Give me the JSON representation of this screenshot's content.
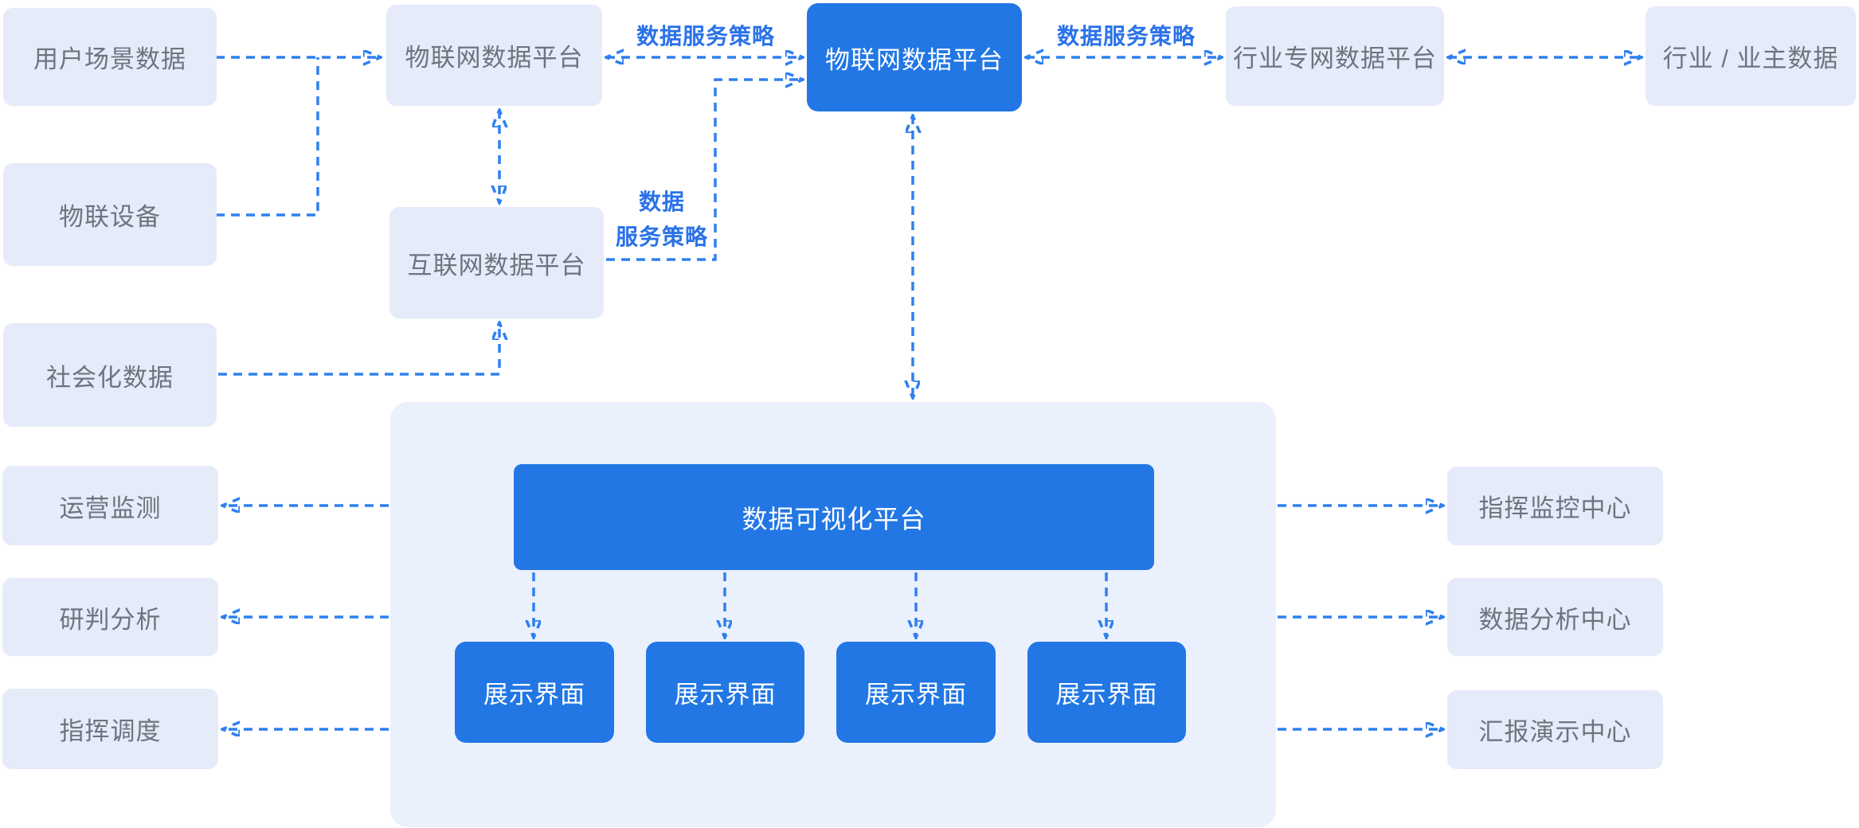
{
  "diagram": {
    "nodes": {
      "user_scene_data": "用户场景数据",
      "iot_devices": "物联设备",
      "social_data": "社会化数据",
      "operation_monitoring": "运营监测",
      "research_analysis": "研判分析",
      "command_dispatch": "指挥调度",
      "iot_platform_left": "物联网数据平台",
      "internet_platform": "互联网数据平台",
      "iot_platform_center": "物联网数据平台",
      "industry_private_platform": "行业专网数据平台",
      "industry_owner_data": "行业 / 业主数据",
      "viz_platform": "数据可视化平台",
      "screens": [
        "展示界面",
        "展示界面",
        "展示界面",
        "展示界面"
      ],
      "command_monitor_center": "指挥监控中心",
      "data_analysis_center": "数据分析中心",
      "report_demo_center": "汇报演示中心"
    },
    "edge_labels": {
      "policy_left": "数据服务策略",
      "policy_right": "数据服务策略",
      "policy_mid_line1": "数据",
      "policy_mid_line2": "服务策略"
    },
    "colors": {
      "primary_blue": "#2277E4",
      "arrow_blue": "#2F80F0",
      "label_blue": "#2A72E9",
      "light_fill": "#E6EBFA",
      "container_fill": "#EBF0FD",
      "text_gray": "#6E737E"
    }
  }
}
